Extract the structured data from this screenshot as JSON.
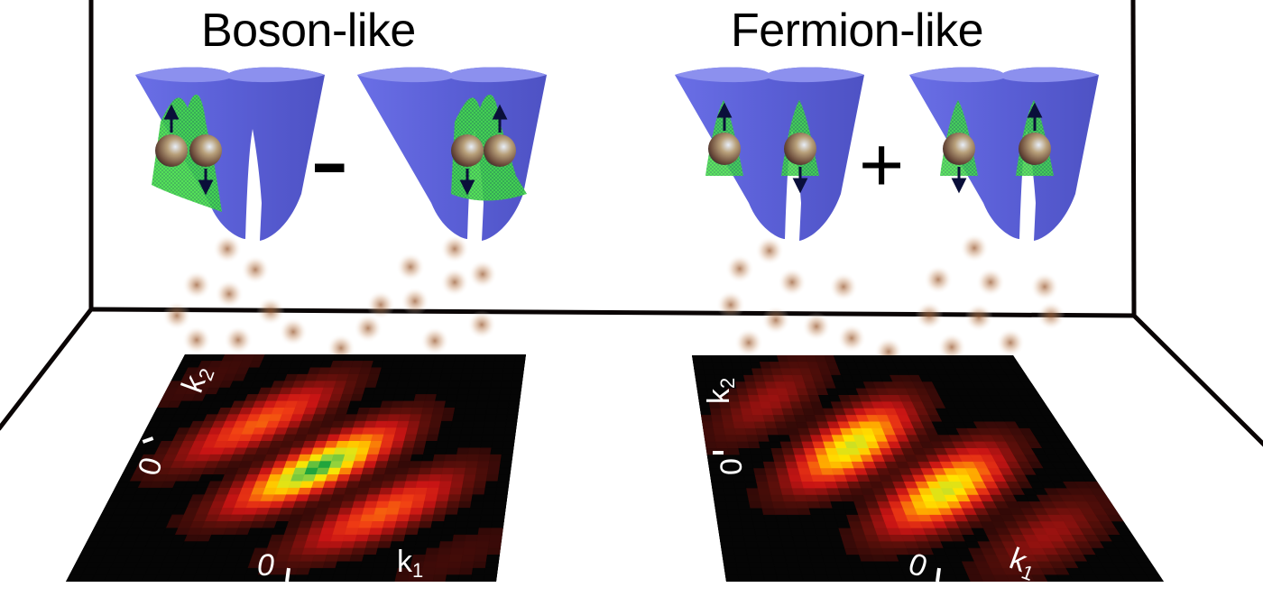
{
  "panels": [
    {
      "id": "boson",
      "title": "Boson-like",
      "operator": "-",
      "heatmap": {
        "x_label": "k",
        "x_sub": "1",
        "y_label": "k",
        "y_sub": "2",
        "x_zero": "0",
        "y_zero": "0",
        "pattern": "bunched (diagonal stripes, green maxima along k1=k2)"
      },
      "states": [
        {
          "well": "left",
          "spins": [
            "up",
            "down"
          ]
        },
        {
          "well": "right",
          "spins": [
            "down",
            "up"
          ]
        }
      ]
    },
    {
      "id": "fermion",
      "title": "Fermion-like",
      "operator": "+",
      "heatmap": {
        "x_label": "k",
        "x_sub": "1",
        "y_label": "k",
        "y_sub": "2",
        "x_zero": "0",
        "y_zero": "0",
        "pattern": "anti-bunched (diagonal stripes, node along k1=k2)"
      },
      "states": [
        {
          "well": "split",
          "spins": [
            "up",
            "down"
          ]
        },
        {
          "well": "split",
          "spins": [
            "down",
            "up"
          ]
        }
      ]
    }
  ],
  "colors": {
    "well": "#5a5fd6",
    "well_rim": "#8c90ee",
    "wavefunction": "#3ed83e",
    "heatmap_bg": "#050505",
    "frame": "#0a0505",
    "spin_arrow": "#0a0f3a",
    "atom_cloud": "#a0643c"
  }
}
